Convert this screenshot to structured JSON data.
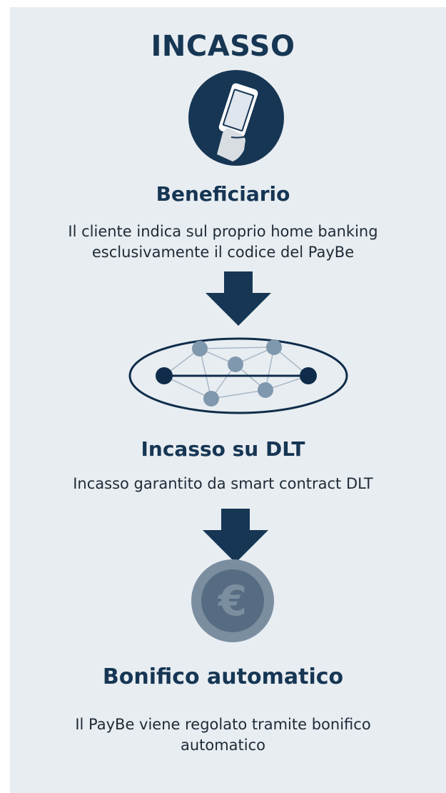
{
  "title": "INCASSO",
  "steps": [
    {
      "heading": "Beneficiario",
      "description": "Il cliente indica sul proprio home banking esclusivamente il codice del PayBe",
      "icon": "smartphone-hand-icon"
    },
    {
      "heading": "Incasso su DLT",
      "description": "Incasso garantito da smart contract DLT",
      "icon": "network-nodes-icon"
    },
    {
      "heading": "Bonifico automatico",
      "description": "Il PayBe viene regolato tramite bonifico automatico",
      "icon": "euro-coin-icon"
    }
  ],
  "colors": {
    "panel": "#e8edf1",
    "navy": "#163654",
    "node_gray": "#7f98ad",
    "coin_gray": "#6a7f93"
  }
}
